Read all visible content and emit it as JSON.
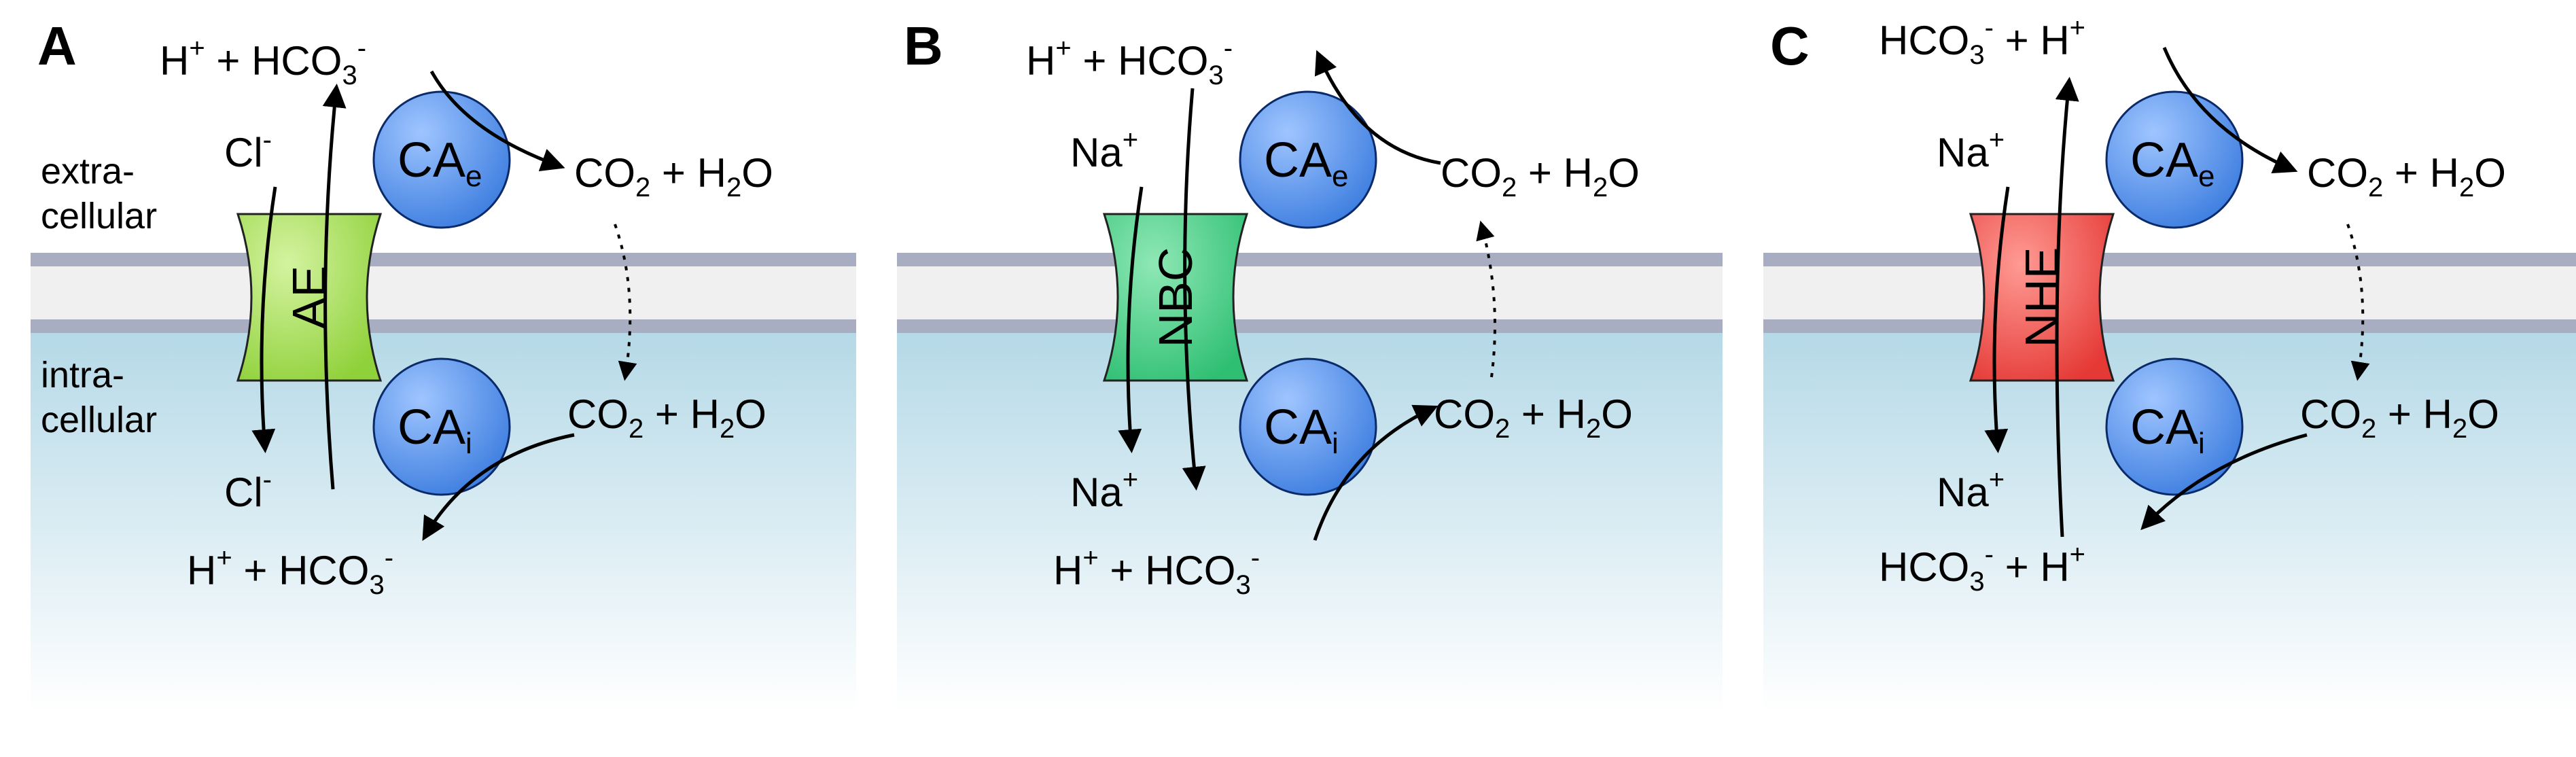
{
  "labels": {
    "side_extra": [
      "extra-",
      "cellular"
    ],
    "side_intra": [
      "intra-",
      "cellular"
    ]
  },
  "panels": [
    {
      "letter": "A",
      "transporter": "AE",
      "transporter_color": "#8fd13a",
      "ion": "Cl",
      "ion_charge": "-",
      "enzyme_base": "CA",
      "enzyme_ext_sub": "e",
      "enzyme_int_sub": "i",
      "top_reaction": {
        "h": "H",
        "h_charge": "+",
        "plus": "+",
        "hco": "HCO",
        "hco_sub": "3",
        "hco_charge": "-"
      },
      "bottom_reaction": {
        "h": "H",
        "h_charge": "+",
        "plus": "+",
        "hco": "HCO",
        "hco_sub": "3",
        "hco_charge": "-"
      },
      "co2_ext": {
        "co": "CO",
        "co_sub": "2",
        "plus": "+",
        "h2o_h": "H",
        "h2o_sub": "2",
        "h2o_o": "O"
      },
      "co2_int": {
        "co": "CO",
        "co_sub": "2",
        "plus": "+",
        "h2o_h": "H",
        "h2o_sub": "2",
        "h2o_o": "O"
      }
    },
    {
      "letter": "B",
      "transporter": "NBC",
      "transporter_color": "#2fbf73",
      "ion": "Na",
      "ion_charge": "+",
      "enzyme_base": "CA",
      "enzyme_ext_sub": "e",
      "enzyme_int_sub": "i",
      "top_reaction": {
        "h": "H",
        "h_charge": "+",
        "plus": "+",
        "hco": "HCO",
        "hco_sub": "3",
        "hco_charge": "-"
      },
      "bottom_reaction": {
        "h": "H",
        "h_charge": "+",
        "plus": "+",
        "hco": "HCO",
        "hco_sub": "3",
        "hco_charge": "-"
      },
      "co2_ext": {
        "co": "CO",
        "co_sub": "2",
        "plus": "+",
        "h2o_h": "H",
        "h2o_sub": "2",
        "h2o_o": "O"
      },
      "co2_int": {
        "co": "CO",
        "co_sub": "2",
        "plus": "+",
        "h2o_h": "H",
        "h2o_sub": "2",
        "h2o_o": "O"
      }
    },
    {
      "letter": "C",
      "transporter": "NHE",
      "transporter_color": "#e53935",
      "ion": "Na",
      "ion_charge": "+",
      "enzyme_base": "CA",
      "enzyme_ext_sub": "e",
      "enzyme_int_sub": "i",
      "top_reaction": {
        "hco": "HCO",
        "hco_sub": "3",
        "hco_charge": "-",
        "plus": "+",
        "h": "H",
        "h_charge": "+"
      },
      "bottom_reaction": {
        "hco": "HCO",
        "hco_sub": "3",
        "hco_charge": "-",
        "plus": "+",
        "h": "H",
        "h_charge": "+"
      },
      "co2_ext": {
        "co": "CO",
        "co_sub": "2",
        "plus": "+",
        "h2o_h": "H",
        "h2o_sub": "2",
        "h2o_o": "O"
      },
      "co2_int": {
        "co": "CO",
        "co_sub": "2",
        "plus": "+",
        "h2o_h": "H",
        "h2o_sub": "2",
        "h2o_o": "O"
      }
    }
  ],
  "colors": {
    "membrane_line": "#a9adc2",
    "membrane_fill": "#f0f0f0",
    "intracellular_top": "#b5d9e7",
    "intracellular_bottom": "#ffffff",
    "enzyme_fill": "#3f7fe0",
    "enzyme_fill_light": "#9fc5ff",
    "enzyme_stroke": "#0a2a6a"
  }
}
